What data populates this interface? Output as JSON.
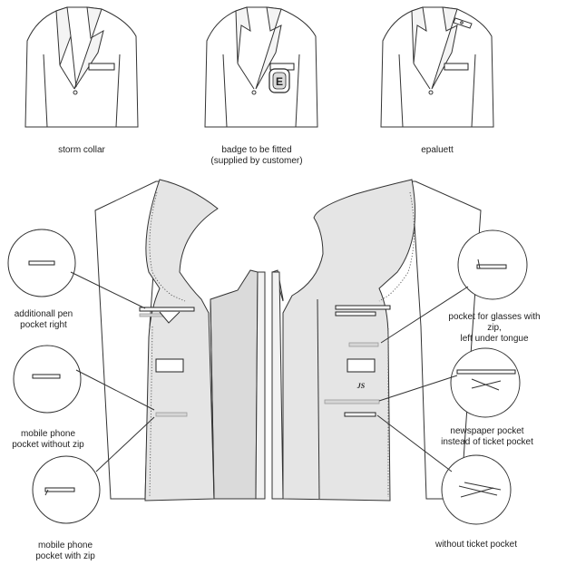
{
  "top_labels": {
    "storm_collar": [
      "storm collar"
    ],
    "badge": [
      "badge to be fitted",
      "(supplied by customer)"
    ],
    "epaulette": [
      "epaluett"
    ]
  },
  "badge_letter": "E",
  "logo_mark": "JS",
  "side_labels": {
    "pen_pocket": [
      "additionall pen",
      "pocket right"
    ],
    "phone_no_zip": [
      "mobile phone",
      "pocket without zip"
    ],
    "phone_zip": [
      "mobile phone",
      "pocket with zip"
    ],
    "glasses_pocket": [
      "pocket for glasses with",
      "zip,",
      "left under tongue"
    ],
    "newspaper_pocket": [
      "newspaper pocket",
      "instead of ticket pocket"
    ],
    "no_ticket_pocket": [
      "without ticket pocket"
    ]
  },
  "colors": {
    "lining": "#e5e5e5",
    "outline": "#333333",
    "jacket": "#ffffff"
  }
}
